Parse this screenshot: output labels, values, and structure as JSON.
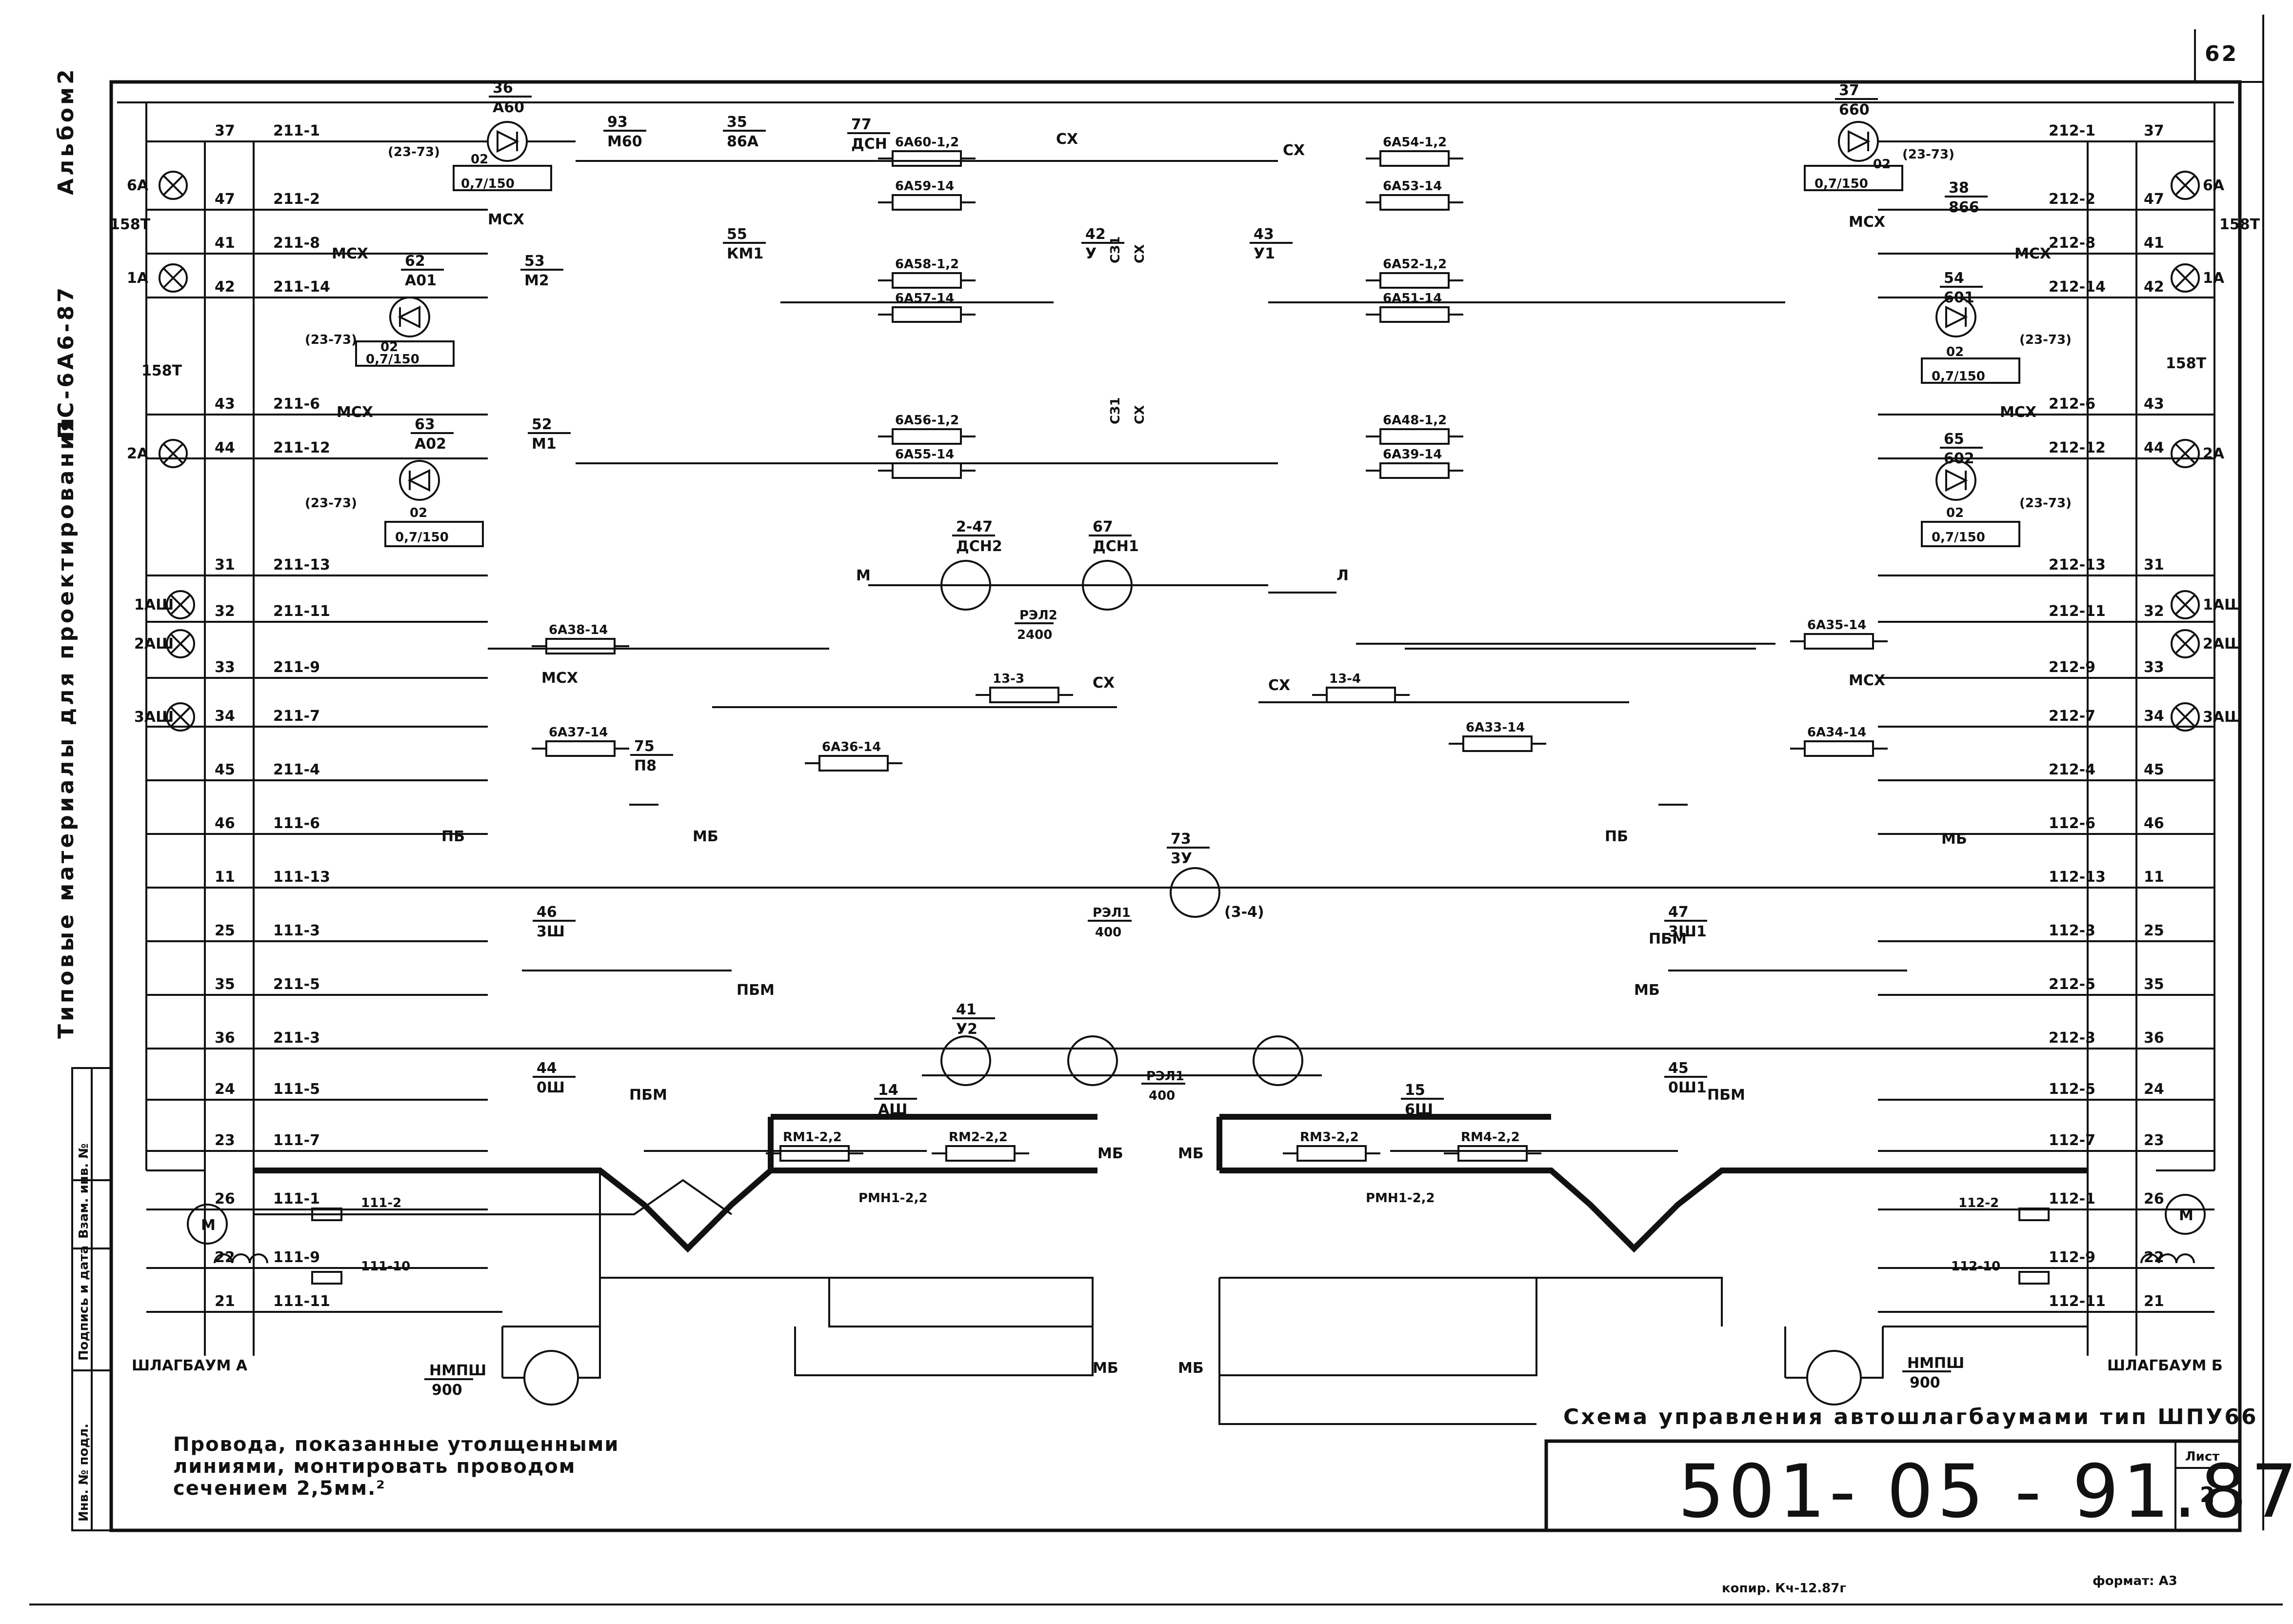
{
  "sheet": {
    "page_no": "62",
    "album": "Альбом2",
    "series": "ПС-6А6-87",
    "side_title": "Типовые материалы для проектирования",
    "inv_no": "Инв. № подл.",
    "sign_date": "Подпись и дата",
    "vzam_inv": "Взам. инв. №",
    "drawing_title": "Схема управления автошлагбаумами тип ШПУ66",
    "doc_no": "501- 05 - 91.87",
    "list_label": "Лист",
    "list_no": "2",
    "note_line1": "Провода, показанные утолщенными",
    "note_line2": "линиями, монтировать проводом",
    "note_line3": "сечением 2,5мм.²",
    "copy": "копир. Кч-12.87г",
    "format": "формат: А3"
  },
  "labels": {
    "shlagbaum_a": "ШЛАГБАУМ А",
    "shlagbaum_b": "ШЛАГБАУМ Б",
    "m": "М",
    "l": "Л",
    "sx": "СХ",
    "msx": "МСХ",
    "pb": "ПБ",
    "mb": "МБ",
    "pbm": "ПБМ",
    "csi": "СЗ1",
    "motor": "М",
    "rmn": "РМН1-2,2",
    "nmpsh": "НМПШ",
    "nmpsh_v": "900",
    "rel1_top": "РЭЛ2",
    "rel1_bot": "2400",
    "rel2_top": "РЭЛ1",
    "rel2_bot": "400",
    "rel3_top": "РЭЛ1",
    "rel3_bot": "400",
    "t158a": "158Т",
    "t158b": "158Т",
    "t158c": "158Т",
    "t158d": "158Т",
    "d_param": "0,7/150",
    "d_o2": "02",
    "p2373": "(23-73)",
    "p34": "(3-4)"
  },
  "relays_top": [
    {
      "num": "36",
      "den": "А60"
    },
    {
      "num": "93",
      "den": "М60"
    },
    {
      "num": "35",
      "den": "86А"
    },
    {
      "num": "77",
      "den": "ДСН"
    },
    {
      "num": "62",
      "den": "А01"
    },
    {
      "num": "53",
      "den": "М2"
    },
    {
      "num": "55",
      "den": "КМ1"
    },
    {
      "num": "42",
      "den": "У"
    },
    {
      "num": "63",
      "den": "А02"
    },
    {
      "num": "52",
      "den": "М1"
    },
    {
      "num": "43",
      "den": "У1"
    },
    {
      "num": "2-47",
      "den": "ДСН2"
    },
    {
      "num": "67",
      "den": "ДСН1"
    },
    {
      "num": "73",
      "den": "3У"
    },
    {
      "num": "75",
      "den": "П8"
    },
    {
      "num": "46",
      "den": "3Ш"
    },
    {
      "num": "44",
      "den": "0Ш"
    },
    {
      "num": "41",
      "den": "У2"
    },
    {
      "num": "14",
      "den": "АШ"
    },
    {
      "num": "15",
      "den": "6Ш"
    },
    {
      "num": "45",
      "den": "0Ш1"
    },
    {
      "num": "47",
      "den": "3Ш1"
    },
    {
      "num": "37",
      "den": "660"
    },
    {
      "num": "38",
      "den": "866"
    },
    {
      "num": "54",
      "den": "601"
    },
    {
      "num": "65",
      "den": "602"
    },
    {
      "num": "14",
      "den": "АШ"
    },
    {
      "num": "15",
      "den": "6Ш"
    }
  ],
  "resistors": [
    "6А60-1,2",
    "6А59-14",
    "6А58-1,2",
    "6А57-14",
    "6А56-1,2",
    "6А55-14",
    "6А54-1,2",
    "6А53-14",
    "6А52-1,2",
    "6А51-14",
    "6А48-1,2",
    "6А39-14",
    "6А38-14",
    "6А37-14",
    "6А36-14",
    "6А35-14",
    "6А34-14",
    "6А33-14",
    "13-3",
    "13-4",
    "RМ1-2,2",
    "RМ2-2,2",
    "RМ3-2,2",
    "RМ4-2,2"
  ],
  "left_lamps": [
    "6А",
    "1А",
    "2А",
    "1АШ",
    "2АШ",
    "3АШ"
  ],
  "right_lamps": [
    "6А",
    "1А",
    "2А",
    "1АШ",
    "2АШ",
    "3АШ"
  ],
  "left_wires": [
    {
      "n": "37",
      "w": "211-1"
    },
    {
      "n": "47",
      "w": "211-2"
    },
    {
      "n": "41",
      "w": "211-8"
    },
    {
      "n": "42",
      "w": "211-14"
    },
    {
      "n": "43",
      "w": "211-6"
    },
    {
      "n": "44",
      "w": "211-12"
    },
    {
      "n": "31",
      "w": "211-13"
    },
    {
      "n": "32",
      "w": "211-11"
    },
    {
      "n": "33",
      "w": "211-9"
    },
    {
      "n": "34",
      "w": "211-7"
    },
    {
      "n": "45",
      "w": "211-4"
    },
    {
      "n": "46",
      "w": "111-6"
    },
    {
      "n": "11",
      "w": "111-13"
    },
    {
      "n": "25",
      "w": "111-3"
    },
    {
      "n": "35",
      "w": "211-5"
    },
    {
      "n": "36",
      "w": "211-3"
    },
    {
      "n": "24",
      "w": "111-5"
    },
    {
      "n": "23",
      "w": "111-7"
    },
    {
      "n": "26",
      "w": "111-1"
    },
    {
      "n": "22",
      "w": "111-9"
    },
    {
      "n": "21",
      "w": "111-11"
    }
  ],
  "right_wires": [
    {
      "n": "37",
      "w": "212-1"
    },
    {
      "n": "47",
      "w": "212-2"
    },
    {
      "n": "41",
      "w": "212-8"
    },
    {
      "n": "42",
      "w": "212-14"
    },
    {
      "n": "43",
      "w": "212-6"
    },
    {
      "n": "44",
      "w": "212-12"
    },
    {
      "n": "31",
      "w": "212-13"
    },
    {
      "n": "32",
      "w": "212-11"
    },
    {
      "n": "33",
      "w": "212-9"
    },
    {
      "n": "34",
      "w": "212-7"
    },
    {
      "n": "45",
      "w": "212-4"
    },
    {
      "n": "46",
      "w": "112-6"
    },
    {
      "n": "11",
      "w": "112-13"
    },
    {
      "n": "25",
      "w": "112-3"
    },
    {
      "n": "35",
      "w": "212-5"
    },
    {
      "n": "36",
      "w": "212-3"
    },
    {
      "n": "24",
      "w": "112-5"
    },
    {
      "n": "23",
      "w": "112-7"
    },
    {
      "n": "26",
      "w": "112-1"
    },
    {
      "n": "22",
      "w": "112-9"
    },
    {
      "n": "21",
      "w": "112-11"
    }
  ],
  "extra_wires": {
    "l_111_2": "111-2",
    "l_111_10": "111-10",
    "r_112_2": "112-2",
    "r_112_10": "112-10"
  }
}
